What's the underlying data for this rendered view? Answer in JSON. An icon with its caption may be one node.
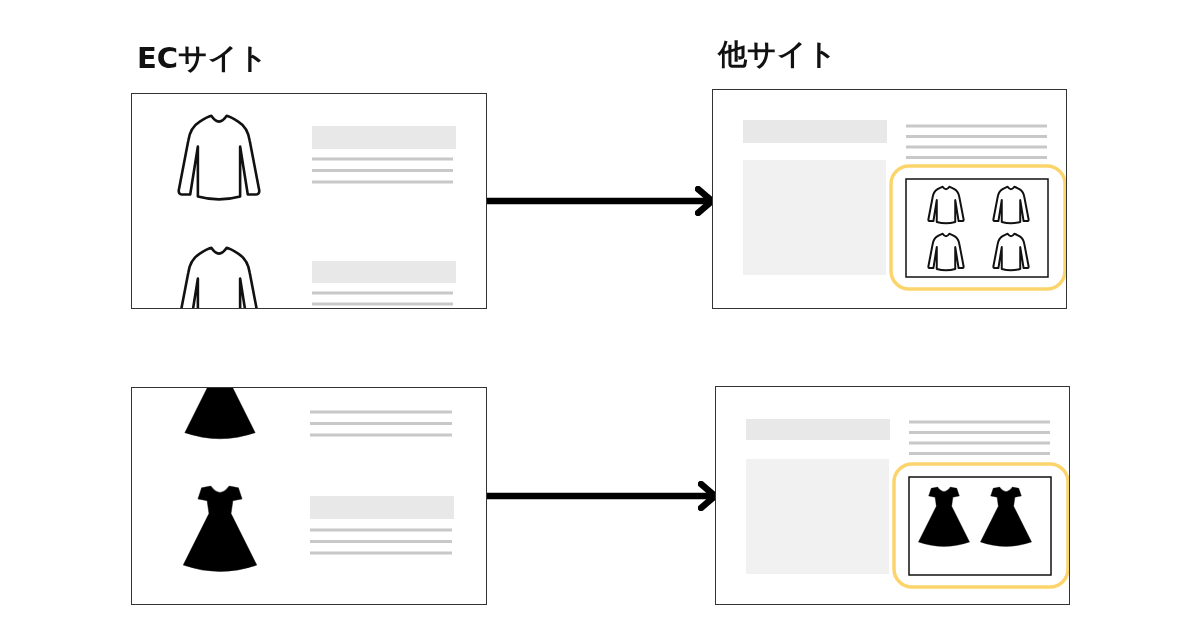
{
  "diagram": {
    "nodes": [
      {
        "text": [
          "ECサイト"
        ]
      },
      {
        "text": [
          "他サイト"
        ]
      },
      {
        "text": [],
        "shape": "box"
      },
      {
        "text": [],
        "shape": "box"
      }
    ],
    "edges": [
      {
        "from": 0,
        "to": 1,
        "arrow": "to"
      },
      {
        "from": 2,
        "to": 3,
        "arrow": "to"
      }
    ]
  }
}
